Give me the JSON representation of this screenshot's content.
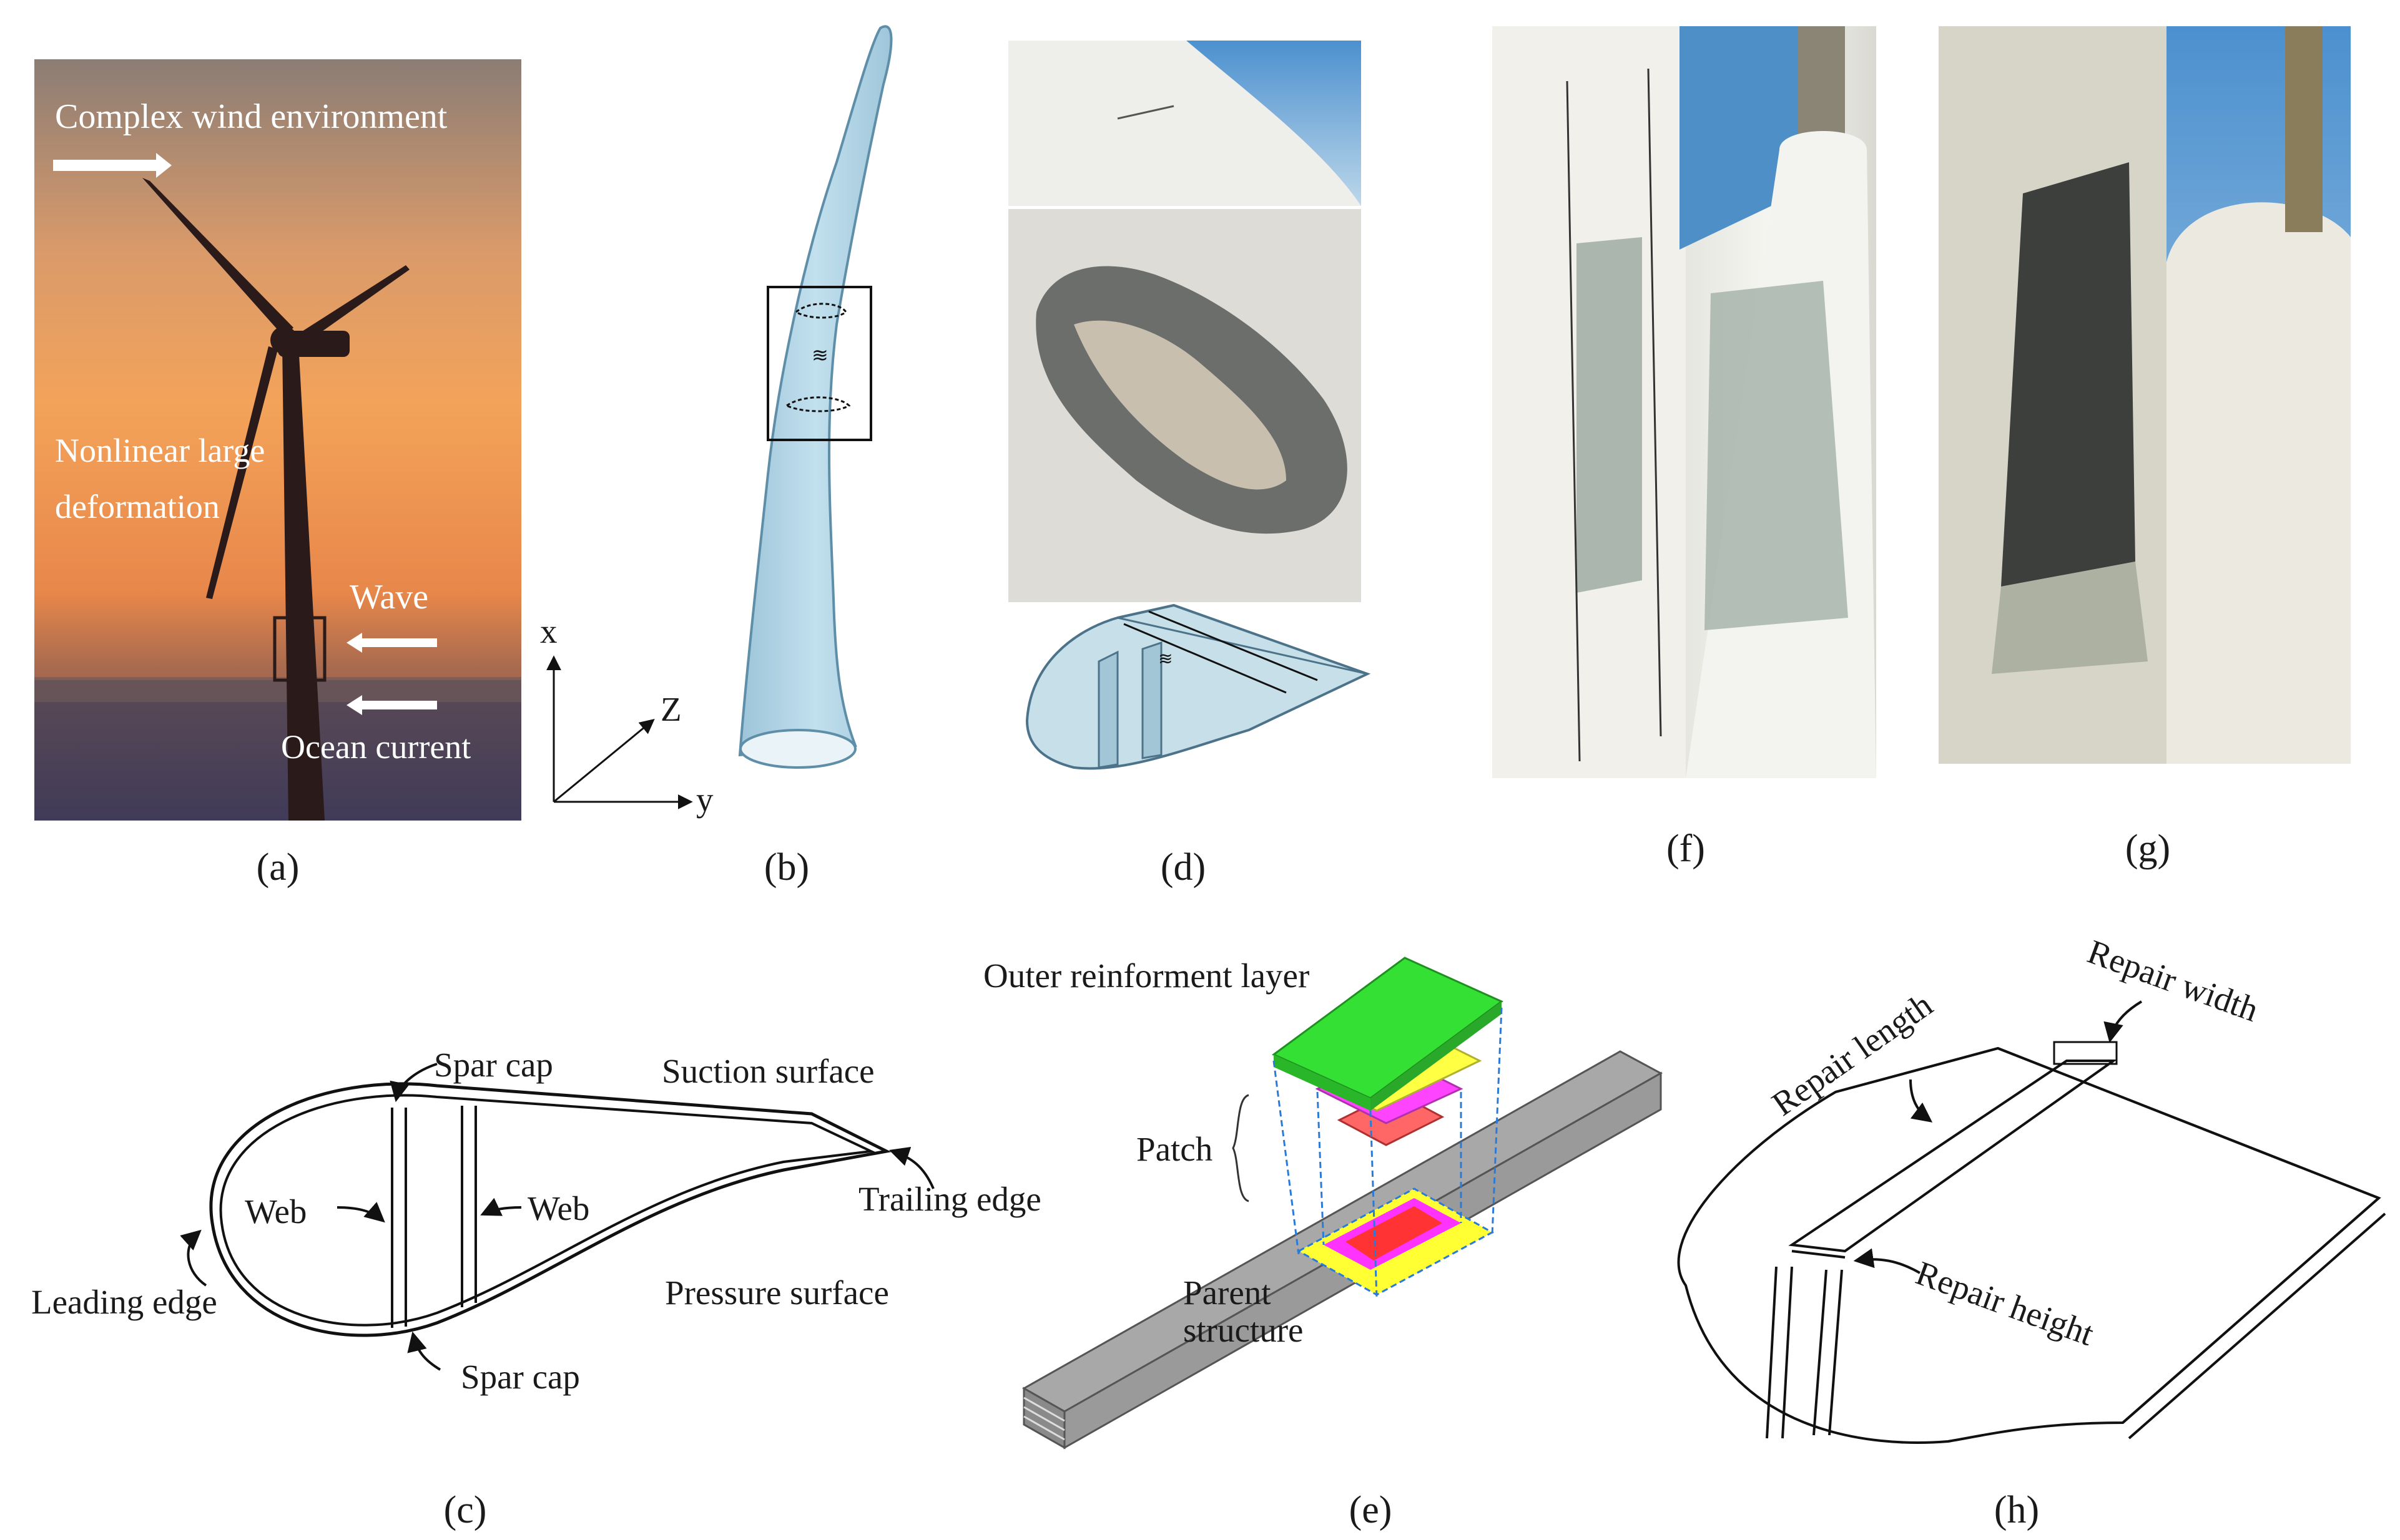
{
  "panels": {
    "a": {
      "caption": "(a)",
      "labels": {
        "wind": "Complex wind environment",
        "nonlinear_line1": "Nonlinear large",
        "nonlinear_line2": "deformation",
        "wave": "Wave",
        "current": "Ocean current"
      }
    },
    "b": {
      "caption": "(b)",
      "axes": {
        "x": "x",
        "z": "Z",
        "y": "y"
      }
    },
    "c": {
      "caption": "(c)",
      "labels": {
        "spar_cap_top": "Spar cap",
        "suction_surface": "Suction surface",
        "web_left": "Web",
        "web_right": "Web",
        "trailing_edge": "Trailing edge",
        "leading_edge": "Leading edge",
        "pressure_surface": "Pressure surface",
        "spar_cap_bottom": "Spar cap"
      }
    },
    "d": {
      "caption": "(d)"
    },
    "e": {
      "caption": "(e)",
      "labels": {
        "outer_layer": "Outer reinforment layer",
        "patch": "Patch",
        "parent_line1": "Parent",
        "parent_line2": "structure"
      }
    },
    "f": {
      "caption": "(f)"
    },
    "g": {
      "caption": "(g)"
    },
    "h": {
      "caption": "(h)",
      "labels": {
        "repair_width": "Repair width",
        "repair_length": "Repair length",
        "repair_height": "Repair height"
      }
    }
  },
  "colors": {
    "blade": "#b6d7e6",
    "sunset_top": "#8a7a72",
    "sunset_mid": "#f2a55a",
    "sea": "#4a4560",
    "outer_layer": "#33e033",
    "patch_yellow": "#ffff33",
    "patch_magenta": "#ff33ff",
    "patch_red": "#ff3333",
    "parent": "#b8b8b8"
  }
}
